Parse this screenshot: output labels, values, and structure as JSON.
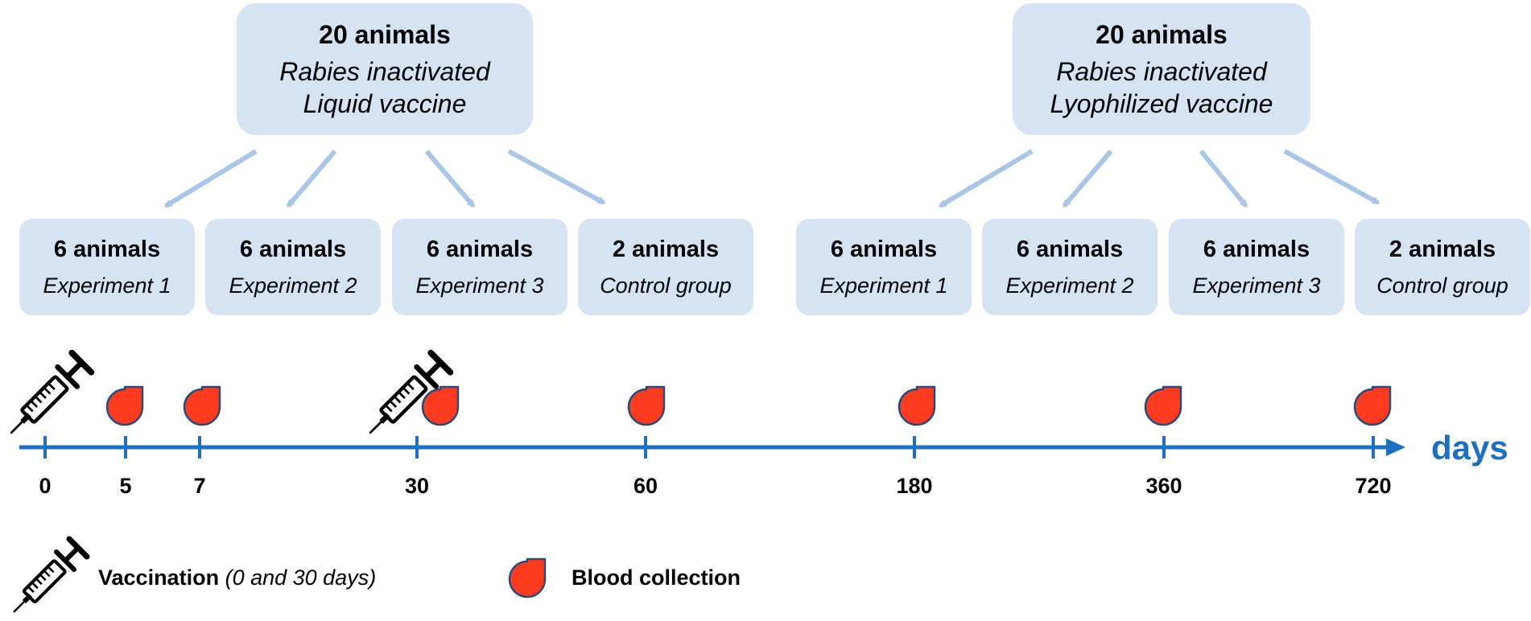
{
  "studies": [
    {
      "count": "20 animals",
      "line1": "Rabies inactivated",
      "line2": "Liquid vaccine",
      "groups": [
        {
          "count": "6 animals",
          "label": "Experiment 1"
        },
        {
          "count": "6 animals",
          "label": "Experiment 2"
        },
        {
          "count": "6 animals",
          "label": "Experiment 3"
        },
        {
          "count": "2 animals",
          "label": "Control group"
        }
      ]
    },
    {
      "count": "20 animals",
      "line1": "Rabies inactivated",
      "line2": "Lyophilized vaccine",
      "groups": [
        {
          "count": "6 animals",
          "label": "Experiment 1"
        },
        {
          "count": "6 animals",
          "label": "Experiment 2"
        },
        {
          "count": "6 animals",
          "label": "Experiment 3"
        },
        {
          "count": "2 animals",
          "label": "Control group"
        }
      ]
    }
  ],
  "timeline": {
    "unit_label": "days",
    "ticks": [
      "0",
      "5",
      "7",
      "30",
      "60",
      "180",
      "360",
      "720"
    ],
    "vaccination_days": [
      "0",
      "30"
    ],
    "blood_collection_days": [
      "5",
      "7",
      "30",
      "60",
      "180",
      "360",
      "720"
    ]
  },
  "legend": {
    "vaccination_label": "Vaccination",
    "vaccination_note": "(0 and 30 days)",
    "blood_label": "Blood collection"
  },
  "colors": {
    "box_fill": "#d5e3f2",
    "arrow": "#a9c6e6",
    "axis": "#1f6fbf",
    "drop_fill": "#ff3b1f",
    "drop_stroke": "#2b4a7a"
  }
}
